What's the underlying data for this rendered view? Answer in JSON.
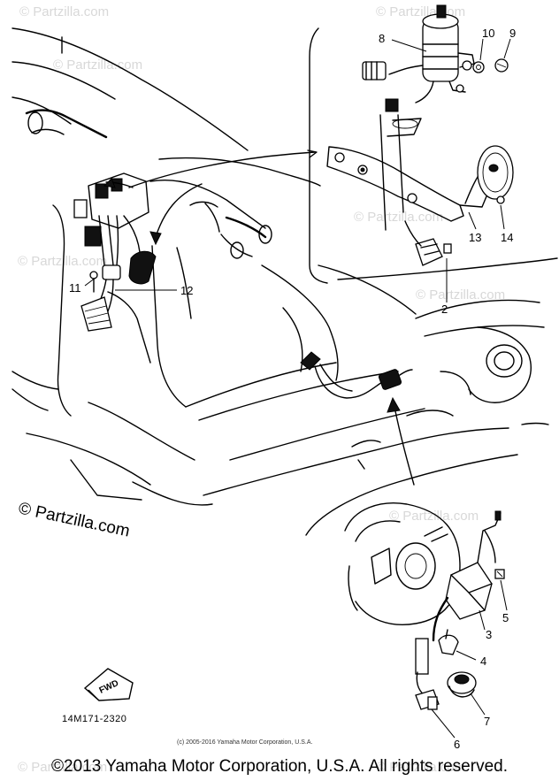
{
  "watermarks": {
    "site": "© Partzilla.com",
    "main": "© Partzilla.com"
  },
  "callouts": [
    "8",
    "10",
    "9",
    "13",
    "14",
    "2",
    "11",
    "12",
    "3",
    "5",
    "4",
    "7",
    "6"
  ],
  "fwd_label": "FWD",
  "diagram_code": "14M171-2320",
  "small_copyright": "(c) 2005-2016 Yamaha Motor Corporation, U.S.A.",
  "footer_copyright": "©2013 Yamaha Motor Corporation, U.S.A. All rights reserved."
}
